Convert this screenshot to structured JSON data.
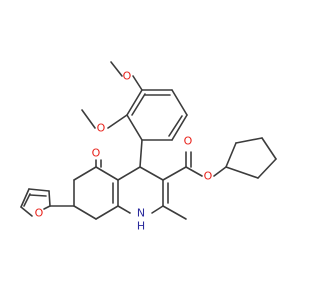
{
  "atom_labels": {
    "methoxy_top": "O",
    "methoxy_mid": "O",
    "ester_carbonyl": "O",
    "ester_ether": "O",
    "ketone": "O",
    "furan": "O",
    "amine_n": "N",
    "amine_h": "H"
  },
  "colors": {
    "bond": "#3c3c3c",
    "oxygen": "#e8221b",
    "nitrogen": "#2a2a9c",
    "background": "#ffffff"
  }
}
